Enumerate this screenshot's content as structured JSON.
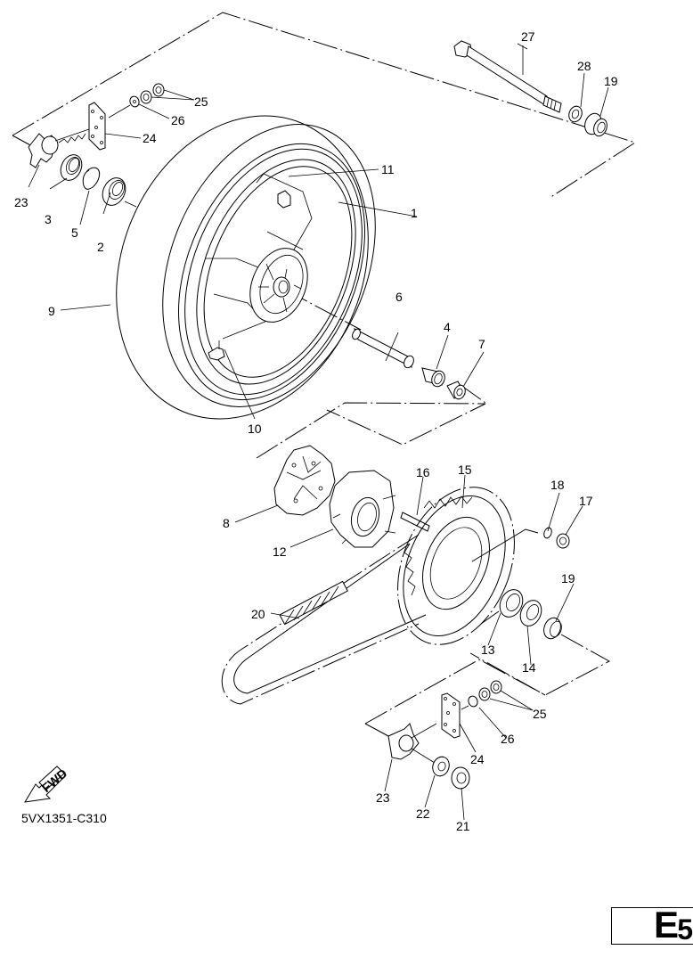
{
  "diagram": {
    "title": "Rear wheel exploded parts diagram",
    "drawing_code": "5VX1351-C310",
    "section": {
      "letter": "E",
      "number": "5"
    },
    "fwd_label": "FWD",
    "callouts": [
      {
        "id": "1",
        "part": "rear-wheel-rim"
      },
      {
        "id": "2",
        "part": "bearing-left"
      },
      {
        "id": "3",
        "part": "oil-seal-left"
      },
      {
        "id": "4",
        "part": "needle-bearing"
      },
      {
        "id": "5",
        "part": "circlip"
      },
      {
        "id": "6",
        "part": "spacer-tube"
      },
      {
        "id": "7",
        "part": "collar"
      },
      {
        "id": "8",
        "part": "damper"
      },
      {
        "id": "9",
        "part": "tire"
      },
      {
        "id": "10",
        "part": "valve"
      },
      {
        "id": "11",
        "part": "balance-weight"
      },
      {
        "id": "12",
        "part": "clutch-hub"
      },
      {
        "id": "13",
        "part": "bearing-right"
      },
      {
        "id": "14",
        "part": "oil-seal-right"
      },
      {
        "id": "15",
        "part": "driven-sprocket"
      },
      {
        "id": "16",
        "part": "stud-bolt"
      },
      {
        "id": "17",
        "part": "sprocket-nut"
      },
      {
        "id": "18",
        "part": "lock-washer"
      },
      {
        "id": "19",
        "part": "collar-flange"
      },
      {
        "id": "20",
        "part": "drive-chain"
      },
      {
        "id": "21",
        "part": "axle-nut"
      },
      {
        "id": "22",
        "part": "axle-washer"
      },
      {
        "id": "23",
        "part": "chain-puller"
      },
      {
        "id": "24",
        "part": "adjuster-plate"
      },
      {
        "id": "25",
        "part": "adjuster-nuts"
      },
      {
        "id": "26",
        "part": "adjuster-washer"
      },
      {
        "id": "27",
        "part": "wheel-axle"
      },
      {
        "id": "28",
        "part": "axle-washer-left"
      }
    ],
    "labels": {
      "l1": "1",
      "l2": "2",
      "l3": "3",
      "l4": "4",
      "l5": "5",
      "l6": "6",
      "l7": "7",
      "l8": "8",
      "l9": "9",
      "l10": "10",
      "l11": "11",
      "l12": "12",
      "l13": "13",
      "l14": "14",
      "l15": "15",
      "l16": "16",
      "l17": "17",
      "l18": "18",
      "l19a": "19",
      "l19b": "19",
      "l20": "20",
      "l21": "21",
      "l22": "22",
      "l23a": "23",
      "l23b": "23",
      "l24a": "24",
      "l24b": "24",
      "l25a": "25",
      "l25b": "25",
      "l26a": "26",
      "l26b": "26",
      "l27": "27",
      "l28": "28"
    }
  }
}
